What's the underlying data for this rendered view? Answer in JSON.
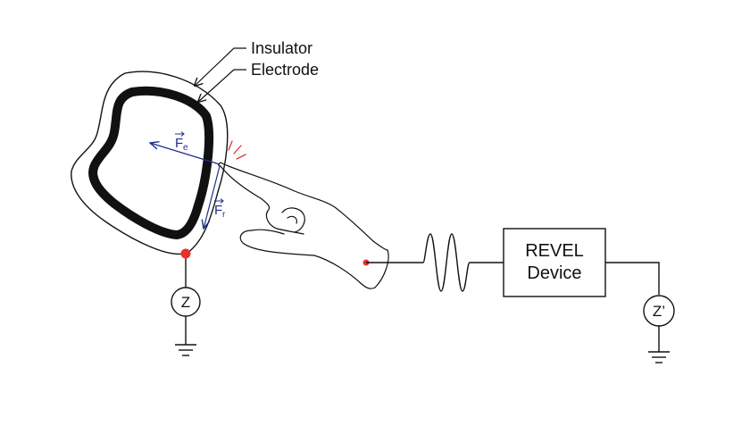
{
  "labels": {
    "insulator": "Insulator",
    "electrode": "Electrode",
    "force_electrostatic": "F",
    "force_electrostatic_sub": "e",
    "force_friction": "F",
    "force_friction_sub": "r",
    "device_line1": "REVEL",
    "device_line2": "Device",
    "impedance_object": "Z",
    "impedance_device": "Z’"
  },
  "colors": {
    "line": "#111111",
    "force_vectors": "#1f2f8c",
    "contact_point": "#e8322a",
    "spark": "#d93a2b"
  }
}
